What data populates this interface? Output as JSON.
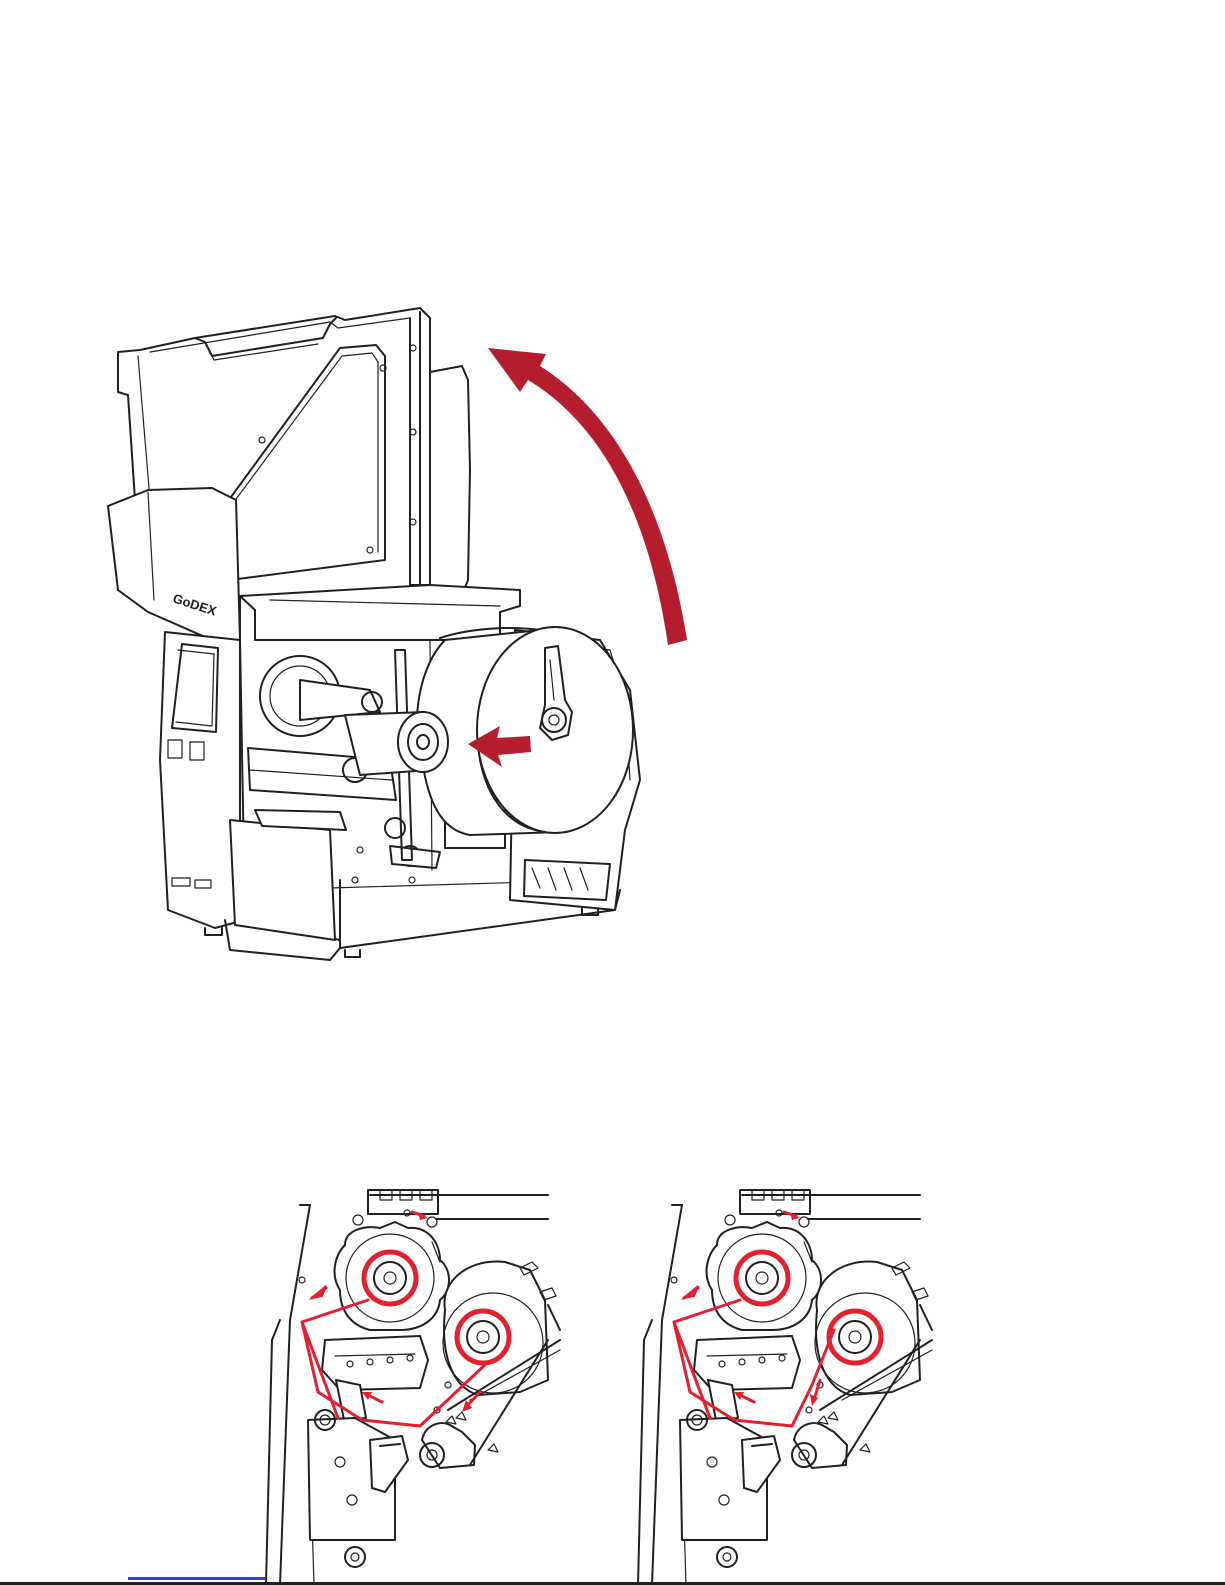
{
  "colors": {
    "accent_red": "#b51c2e",
    "path_red": "#e5202e",
    "line": "#231f20",
    "link_blue": "#2a3fd4"
  },
  "printer": {
    "logo_text": "GoDEX"
  },
  "illustrations": [
    {
      "id": "printer-cover-open",
      "icons": [
        "curved-arrow-icon",
        "insert-arrow-icon"
      ]
    },
    {
      "id": "ribbon-path-left",
      "icons": [
        "path-arrow-icon"
      ]
    },
    {
      "id": "ribbon-path-right",
      "icons": [
        "path-arrow-icon"
      ]
    }
  ]
}
